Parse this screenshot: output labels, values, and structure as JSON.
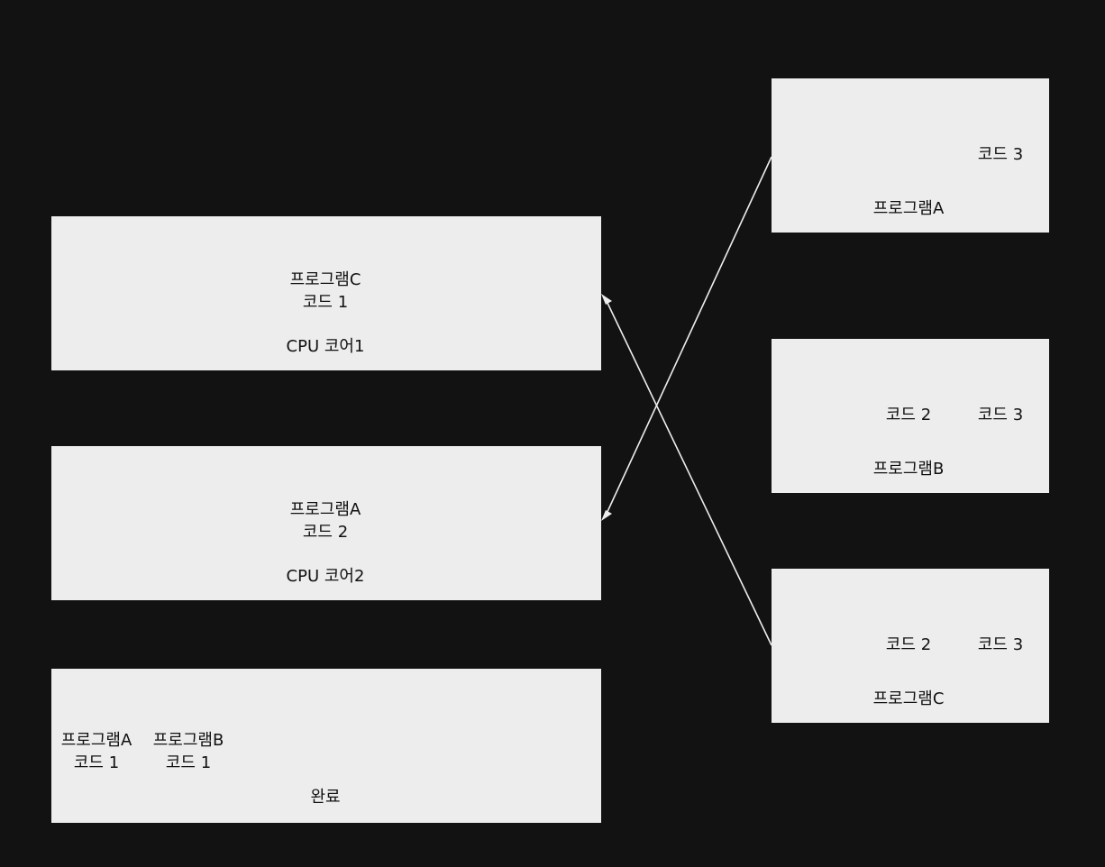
{
  "colors": {
    "background": "#121212",
    "box_fill": "#ededed",
    "text": "#111111",
    "edge": "#ededed"
  },
  "cores": {
    "core1": {
      "program": "프로그램C",
      "code": "코드 1",
      "label": "CPU 코어1"
    },
    "core2": {
      "program": "프로그램A",
      "code": "코드 2",
      "label": "CPU 코어2"
    }
  },
  "done": {
    "label": "완료",
    "items": [
      {
        "program": "프로그램A",
        "code": "코드 1"
      },
      {
        "program": "프로그램B",
        "code": "코드 1"
      }
    ]
  },
  "queue": {
    "program_a": {
      "name": "프로그램A",
      "codes": [
        "코드 3"
      ]
    },
    "program_b": {
      "name": "프로그램B",
      "codes": [
        "코드 2",
        "코드 3"
      ]
    },
    "program_c": {
      "name": "프로그램C",
      "codes": [
        "코드 2",
        "코드 3"
      ]
    }
  }
}
